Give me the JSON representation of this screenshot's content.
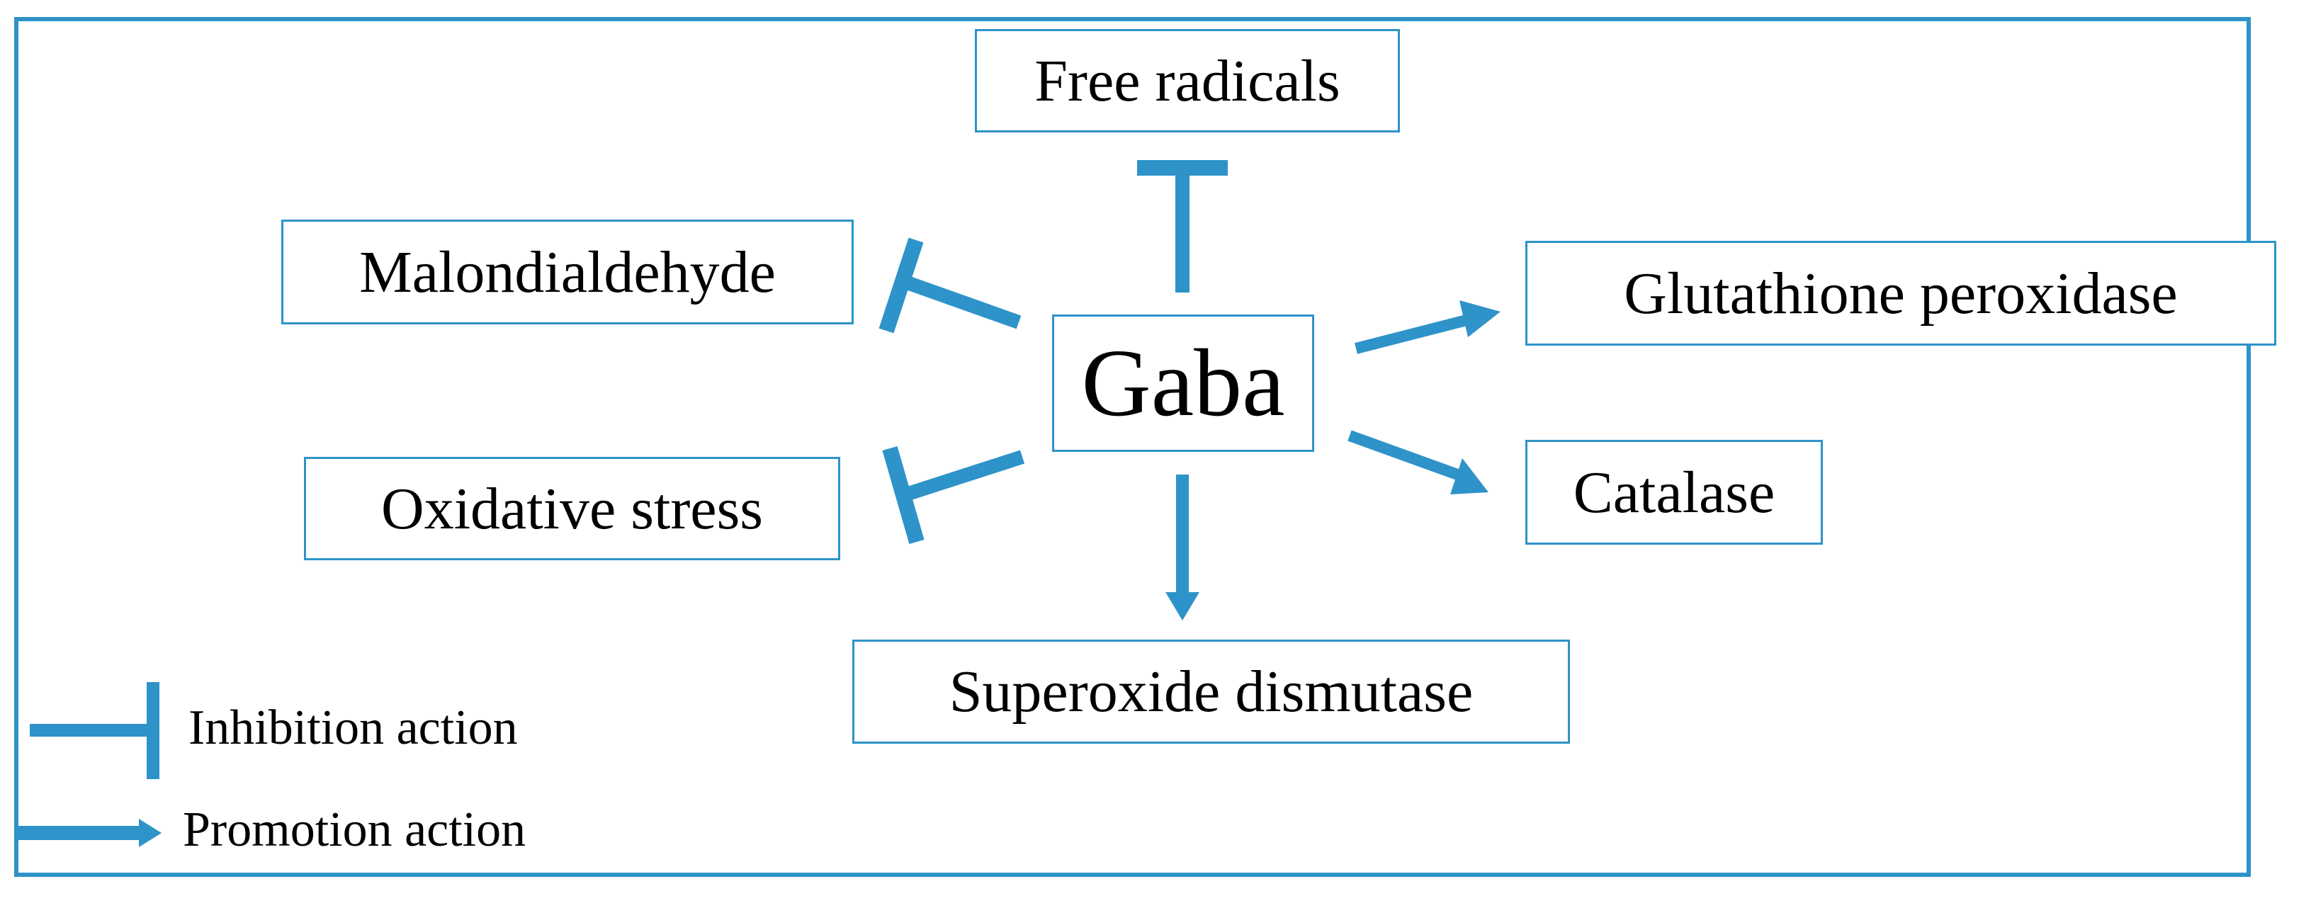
{
  "diagram": {
    "center": "Gaba",
    "nodes": {
      "free_radicals": "Free radicals",
      "malondialdehyde": "Malondialdehyde",
      "glutathione_peroxidase": "Glutathione peroxidase",
      "oxidative_stress": "Oxidative stress",
      "catalase": "Catalase",
      "superoxide_dismutase": "Superoxide dismutase"
    },
    "relations": [
      {
        "from": "Gaba",
        "to": "Free radicals",
        "type": "inhibition"
      },
      {
        "from": "Gaba",
        "to": "Malondialdehyde",
        "type": "inhibition"
      },
      {
        "from": "Gaba",
        "to": "Oxidative stress",
        "type": "inhibition"
      },
      {
        "from": "Gaba",
        "to": "Glutathione peroxidase",
        "type": "promotion"
      },
      {
        "from": "Gaba",
        "to": "Catalase",
        "type": "promotion"
      },
      {
        "from": "Gaba",
        "to": "Superoxide dismutase",
        "type": "promotion"
      }
    ]
  },
  "legend": {
    "inhibition": "Inhibition action",
    "promotion": "Promotion action"
  },
  "colors": {
    "accent": "#2e93c9",
    "text": "#000000",
    "background": "#ffffff"
  }
}
